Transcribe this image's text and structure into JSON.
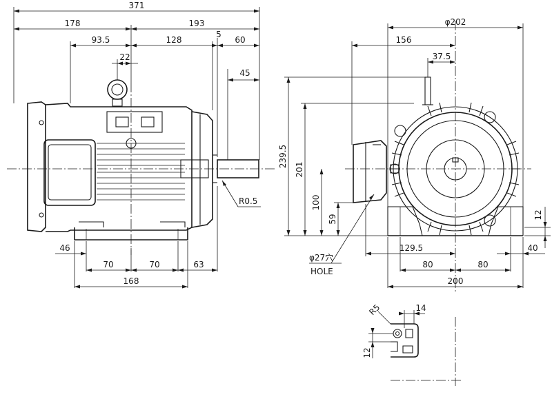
{
  "side_view": {
    "dims_top": {
      "overall_length": "371",
      "left_to_center": "178",
      "center_to_right": "193",
      "gap": "5",
      "shaft_length": "60",
      "flange_offset": "93.5",
      "eyebolt_offset": "22",
      "frame_to_end": "128",
      "key_length": "45"
    },
    "dims_bottom": {
      "foot_edge": "46",
      "hole_left": "70",
      "hole_right": "70",
      "shaft_shoulder": "63",
      "foot_span": "168"
    },
    "fillet_label": "R0.5"
  },
  "end_view": {
    "dims_top": {
      "frame_diameter": "φ202",
      "terminal_offset": "156",
      "key_width": "37.5"
    },
    "dims_vertical": {
      "overall_height": "239.5",
      "box_height": "201",
      "shaft_height": "100",
      "box_bottom": "59",
      "foot_thickness": "12"
    },
    "dims_bottom": {
      "terminal_to_center": "129.5",
      "hole_left": "80",
      "hole_right": "80",
      "foot_edge": "40",
      "foot_width": "200"
    },
    "hole_label": "φ27穴",
    "hole_label_en": "HOLE"
  },
  "foot_detail": {
    "radius": "R5",
    "slot_width": "14",
    "slot_height": "12"
  }
}
